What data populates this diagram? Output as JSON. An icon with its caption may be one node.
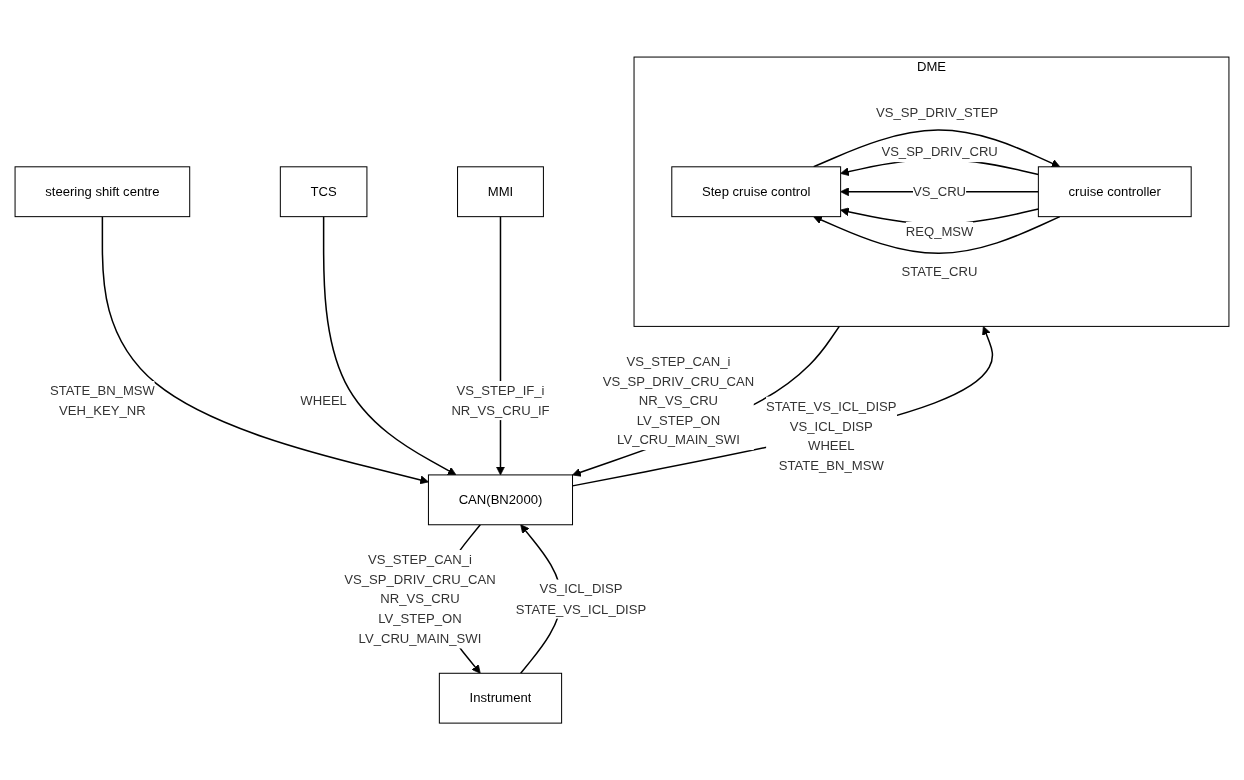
{
  "diagram": {
    "nodes": [
      {
        "text": [
          "steering shift centre"
        ]
      },
      {
        "text": [
          "TCS"
        ]
      },
      {
        "text": [
          "Instrument"
        ]
      },
      {
        "text": [
          "CAN(BN2000)"
        ]
      },
      {
        "text": [
          "DME"
        ]
      },
      {
        "text": [
          "Step cruise control"
        ],
        "in": 4
      },
      {
        "text": [
          "cruise controller"
        ],
        "in": 4
      },
      {
        "text": [
          "MMI"
        ]
      }
    ],
    "edges": [
      {
        "from": 0,
        "to": 3,
        "arrow": "to",
        "label": "STATE_BN_MSW VEH_KEY_NR"
      },
      {
        "from": 1,
        "to": 3,
        "arrow": "to",
        "label": "WHEEL"
      },
      {
        "from": 3,
        "to": 2,
        "arrow": "to",
        "label": "VS_STEP_CAN_i VS_SP_DRIV_CRU_CAN NR_VS_CRU LV_STEP_ON LV_CRU_MAIN_SWI"
      },
      {
        "from": 2,
        "to": 3,
        "arrow": "to",
        "label": "VS_ICL_DISP STATE_VS_ICL_DISP"
      },
      {
        "from": 4,
        "to": 3,
        "arrow": "to",
        "label": "VS_STEP_CAN_i VS_SP_DRIV_CRU_CAN NR_VS_CRU LV_STEP_ON LV_CRU_MAIN_SWI"
      },
      {
        "from": 3,
        "to": 4,
        "arrow": "to",
        "label": "STATE_VS_ICL_DISP VS_ICL_DISP WHEEL STATE_BN_MSW"
      },
      {
        "from": 7,
        "to": 3,
        "arrow": "to",
        "label": "VS_STEP_IF_i NR_VS_CRU_IF"
      },
      {
        "from": 5,
        "to": 6,
        "arrow": "to",
        "label": "VS_SP_DRIV_STEP"
      },
      {
        "from": 6,
        "to": 5,
        "arrow": "to",
        "label": "VS_SP_DRIV_CRU"
      },
      {
        "from": 6,
        "to": 5,
        "arrow": "to",
        "label": "VS_CRU"
      },
      {
        "from": 6,
        "to": 5,
        "arrow": "to",
        "label": "REQ_MSW"
      },
      {
        "from": 6,
        "to": 5,
        "arrow": "to",
        "label": "STATE_CRU"
      }
    ]
  }
}
